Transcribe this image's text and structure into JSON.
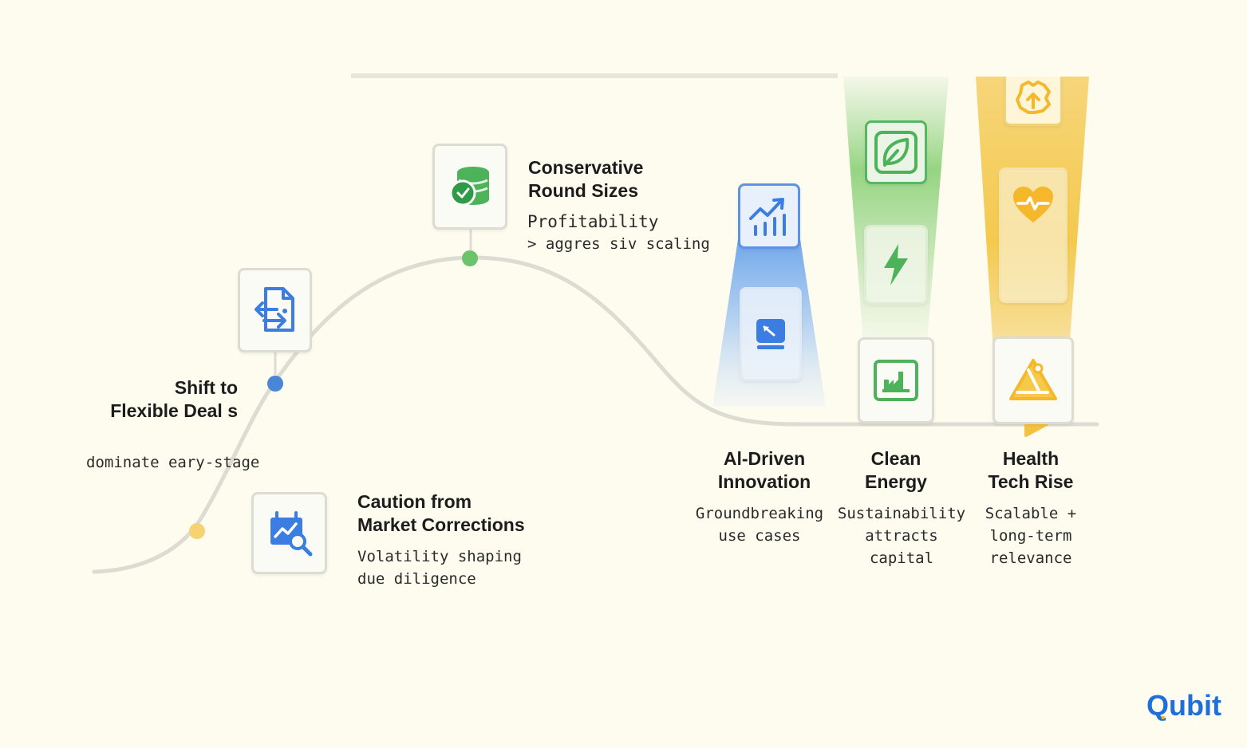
{
  "milestones": {
    "caution": {
      "title_line1": "Caution from",
      "title_line2": "Market Corrections",
      "desc_line1": "Volatility shaping",
      "desc_line2": "due diligence",
      "icon": "chart-magnify-icon"
    },
    "shift": {
      "title_line1": "Shift to",
      "title_line2": "Flexible Deal s",
      "desc": "dominate eary-stage",
      "icon": "document-swap-icon"
    },
    "conservative": {
      "title_line1": "Conservative",
      "title_line2": "Round Sizes",
      "desc_line1": "Profitability",
      "desc_line2": "> aggres siv scaling",
      "icon": "coin-stack-check-icon"
    }
  },
  "sectors": [
    {
      "title_line1": "Al-Driven",
      "title_line2": "Innovation",
      "desc_line1": "Groundbreaking",
      "desc_line2": "use cases",
      "icons": [
        "trend-chart-icon",
        "laptop-icon"
      ],
      "color": "#9fc3ee"
    },
    {
      "title_line1": "Clean",
      "title_line2": "Energy",
      "desc_line1": "Sustainability",
      "desc_line2": "attracts capital",
      "icons": [
        "leaf-icon",
        "lightning-icon",
        "factory-icon"
      ],
      "color": "#7fcc6a"
    },
    {
      "title_line1": "Health",
      "title_line2": "Tech Rise",
      "desc_line1": "Scalable +",
      "desc_line2": "long-term",
      "desc_line3": "relevance",
      "icons": [
        "brain-gear-icon",
        "heart-pulse-icon",
        "alert-triangle-icon"
      ],
      "color": "#f4cb55"
    }
  ],
  "colors": {
    "background": "#fdfcef",
    "curve": "#dcdcd2",
    "blue": "#3b7de0",
    "green": "#5cbf63",
    "yellow": "#f4c23e",
    "dot_blue": "#4a86d8",
    "dot_green": "#6cc36c",
    "dot_yellow": "#f6d271"
  },
  "brand": {
    "logo_main": "Qubit",
    "logo_dot": "."
  }
}
